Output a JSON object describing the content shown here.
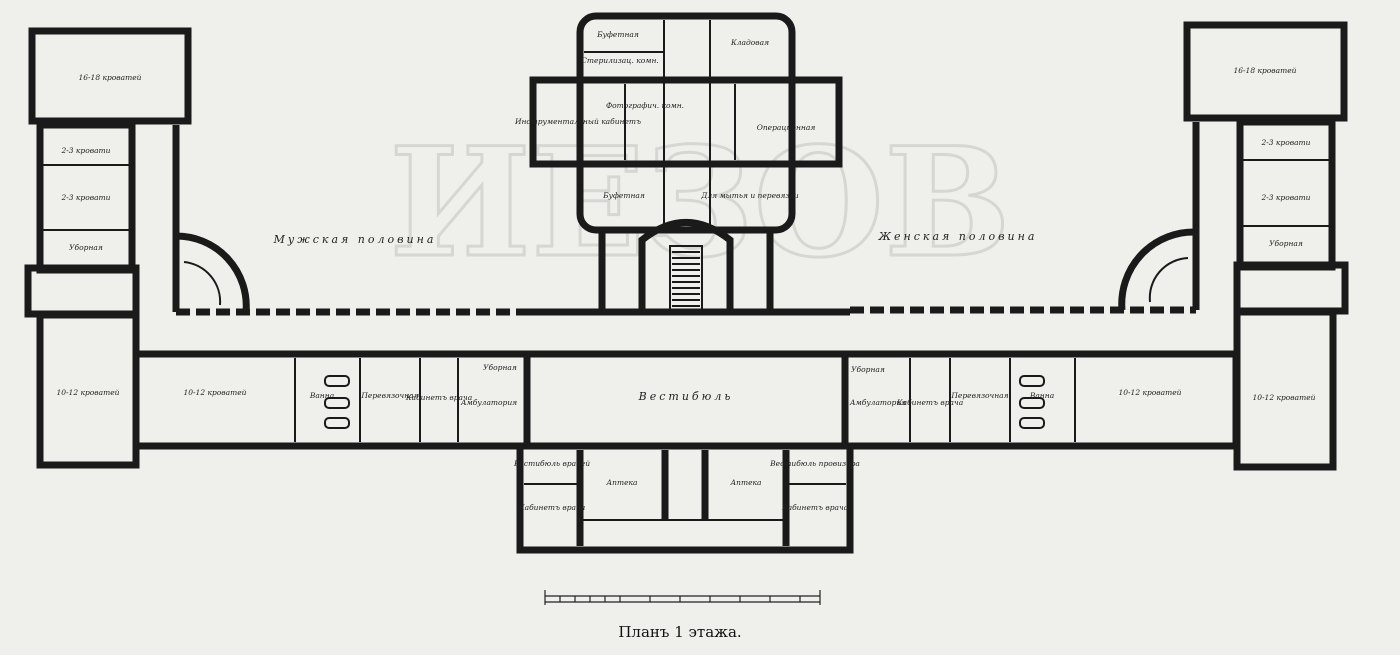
{
  "caption": "Планъ 1 этажа.",
  "wings": {
    "male": "Мужская половина",
    "female": "Женская половина"
  },
  "rooms": {
    "nw_ward": "16-18 кроватей",
    "nw_small1": "2-3 кровати",
    "nw_small2": "2-3 кровати",
    "nw_wc": "Уборная",
    "w_ward": "10-12 кроватей",
    "male_ward": "10-12 кроватей",
    "male_bath": "Ванна",
    "male_dressing": "Перевязочная",
    "male_doctor": "Кабинетъ врача",
    "male_clinic": "Амбулатория",
    "male_wc": "Уборная",
    "vestibule": "Вестибюль",
    "ne_ward": "16-18 кроватей",
    "ne_small1": "2-3 кровати",
    "ne_small2": "2-3 кровати",
    "ne_wc": "Уборная",
    "e_ward": "10-12 кроватей",
    "female_ward": "10-12 кроватей",
    "female_bath": "Ванна",
    "female_dressing": "Перевязочная",
    "female_doctor": "Кабинетъ врача",
    "female_clinic": "Амбулатория",
    "female_wc": "Уборная",
    "c_pantry": "Буфетная",
    "c_sterile": "Стерилизац. комн.",
    "c_linen": "Кладовая",
    "c_tools": "Инструментальный кабинетъ",
    "c_photo": "Фотографич. комн.",
    "c_operating": "Операционная",
    "c_kitchen": "Буфетная",
    "c_dress": "Для мытья и перевязки",
    "s_pharmacy_w": "Аптека",
    "s_pharmacy_e": "Аптека",
    "sw_vestib": "Вестибюль врачей",
    "sw_doctor": "Кабинетъ врача",
    "se_vestib": "Вестибюль провизора",
    "se_doctor": "Кабинетъ врача"
  }
}
